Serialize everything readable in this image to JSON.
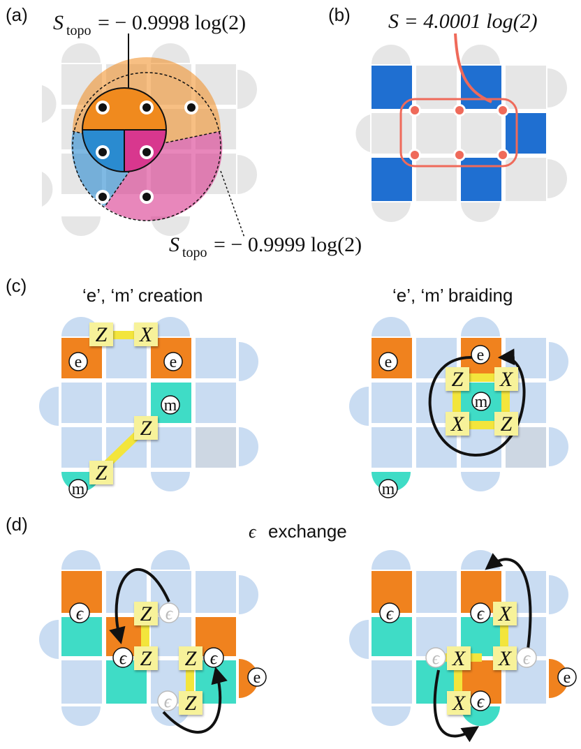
{
  "panels": {
    "a": {
      "label": "(a)",
      "eq_top_main": "S",
      "eq_top_sub": "topo",
      "eq_top_rest": "= − 0.9998 log(2)",
      "eq_bottom_main": "S",
      "eq_bottom_sub": "topo",
      "eq_bottom_rest": "= − 0.9999 log(2)"
    },
    "b": {
      "label": "(b)",
      "eq": "S = 4.0001 log(2)"
    },
    "c": {
      "label": "(c)",
      "left_title": "‘e’, ‘m’ creation",
      "right_title": "‘e’, ‘m’ braiding"
    },
    "d": {
      "label": "(d)",
      "title_symbol": "ϵ",
      "title_text": "exchange"
    }
  },
  "symbols": {
    "e": "e",
    "m": "m",
    "eps": "ϵ",
    "Z": "Z",
    "X": "X"
  },
  "colors": {
    "plaquette_grey": "#e6e6e6",
    "plaquette_lightblue": "#c9dcf2",
    "plaquette_blue": "#1f6fd1",
    "plaquette_grey_blue": "#cdd7e3",
    "e_orange": "#f0821e",
    "m_teal": "#3fdcc6",
    "operator_yellow": "#f7f29a",
    "string_yellow": "#f3e53c",
    "region_orange": "#f08a1e",
    "region_blue": "#2a8bd0",
    "region_magenta": "#d8378e",
    "region_pink": "#e07bb5",
    "wilson_loop": "#ef6a5a",
    "arrow": "#111111"
  }
}
